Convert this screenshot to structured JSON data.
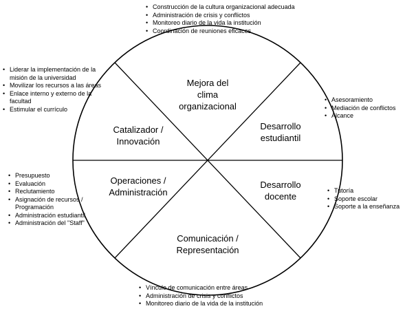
{
  "sectors": {
    "top": {
      "lines": [
        "Mejora del",
        "clima",
        "organizacional"
      ]
    },
    "upper_left": {
      "lines": [
        "Catalizador /",
        "Innovación"
      ]
    },
    "upper_right": {
      "lines": [
        "Desarrollo",
        "estudiantil"
      ]
    },
    "lower_left": {
      "lines": [
        "Operaciones /",
        "Administración"
      ]
    },
    "lower_right": {
      "lines": [
        "Desarrollo",
        "docente"
      ]
    },
    "bottom": {
      "lines": [
        "Comunicación /",
        "Representación"
      ]
    }
  },
  "bullet_lists": {
    "top": [
      "Construcción de la cultura organizacional adecuada",
      "Administración de crisis y conflictos",
      "Monitoreo diario de la vida la institución",
      "Coordinación de reuniones eficaces"
    ],
    "left_upper": [
      "Liderar la implementación de la misión de la universidad",
      "Movilizar los recursos a las áreas",
      "Enlace interno y externo de la facultad",
      "Estimular el currículo"
    ],
    "right_upper": [
      "Asesoramiento",
      "Mediación de conflictos",
      "Alcance"
    ],
    "left_lower": [
      "Presupuesto",
      "Evaluación",
      "Reclutamiento",
      "Asignación de recursos / Programación",
      "Administración estudiantil",
      "Administración del \"Staff\""
    ],
    "right_lower": [
      "Tutoría",
      "Soporte escolar",
      "Soporte a la enseñanza"
    ],
    "bottom": [
      "Vínculo de comunicación entre áreas",
      "Administración de crisis y conflictos",
      "Monitoreo diario de la vida de la institución"
    ]
  },
  "colors": {
    "stroke": "#000000",
    "background": "#ffffff"
  }
}
